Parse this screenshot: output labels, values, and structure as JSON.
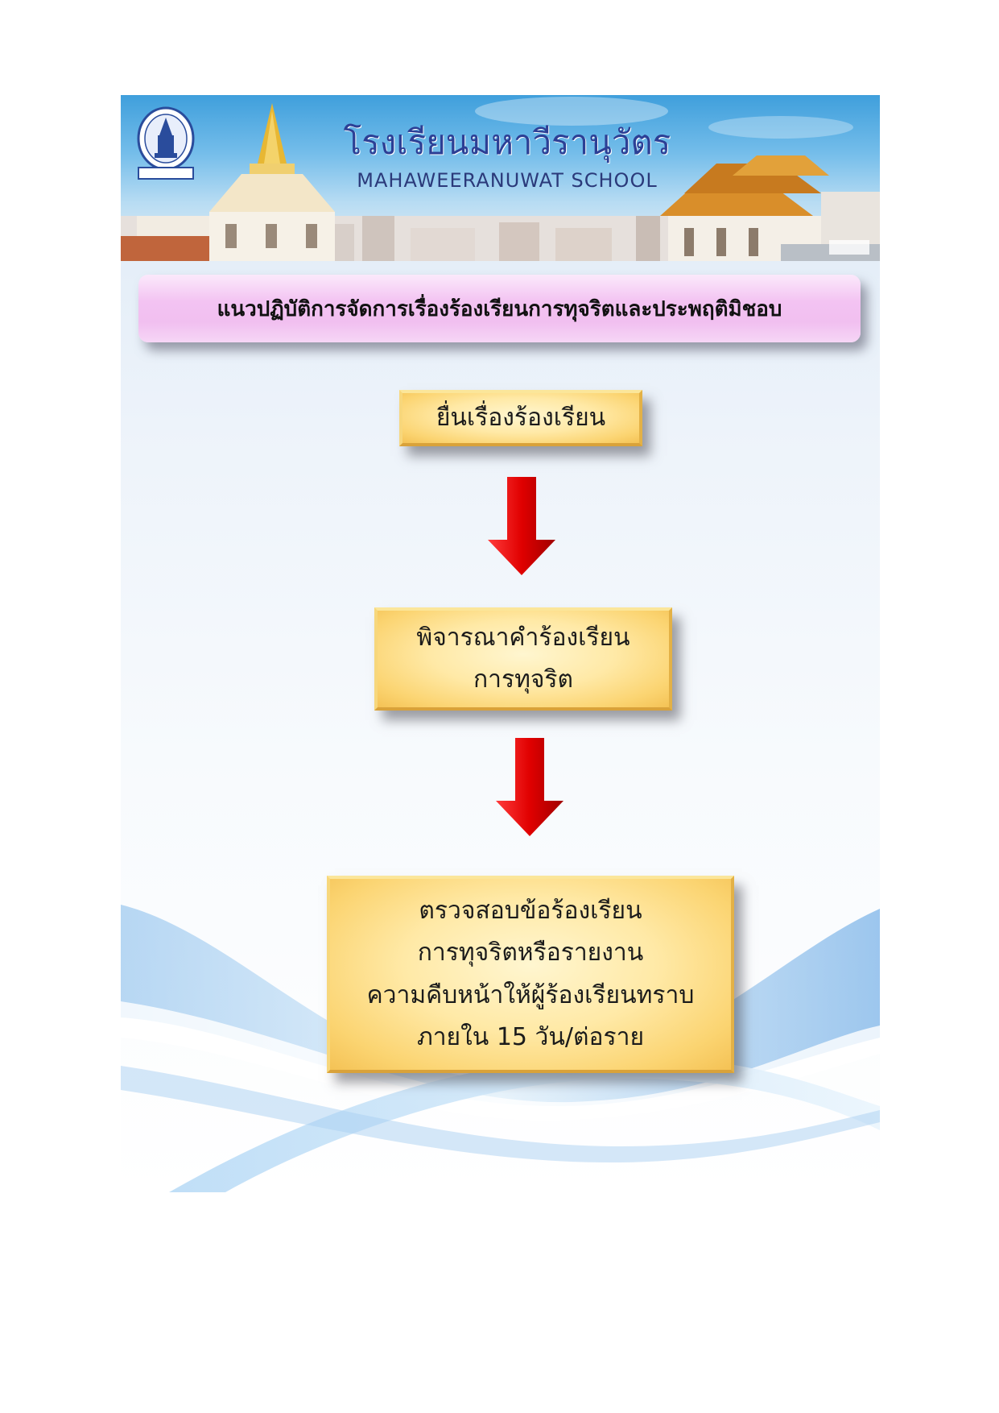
{
  "banner": {
    "school_name_th": "โรงเรียนมหาวีรานุวัตร",
    "school_name_en": "MAHAWEERANUWAT  SCHOOL"
  },
  "title": "แนวปฏิบัติการจัดการเรื่องร้องเรียนการทุจริตและประพฤติมิชอบ",
  "steps": [
    {
      "lines": [
        "ยื่นเรื่องร้องเรียน"
      ]
    },
    {
      "lines": [
        "พิจารณาคำร้องเรียน",
        "การทุจริต"
      ]
    },
    {
      "lines": [
        "ตรวจสอบข้อร้องเรียน",
        "การทุจริตหรือรายงาน",
        "ความคืบหน้าให้ผู้ร้องเรียนทราบ",
        "ภายใน 15 วัน/ต่อราย"
      ]
    }
  ],
  "colors": {
    "title_bar": "#f3c3f2",
    "step_box": "#ffe9a6",
    "arrow": "#d50000",
    "banner_text": "#2c3f95"
  }
}
